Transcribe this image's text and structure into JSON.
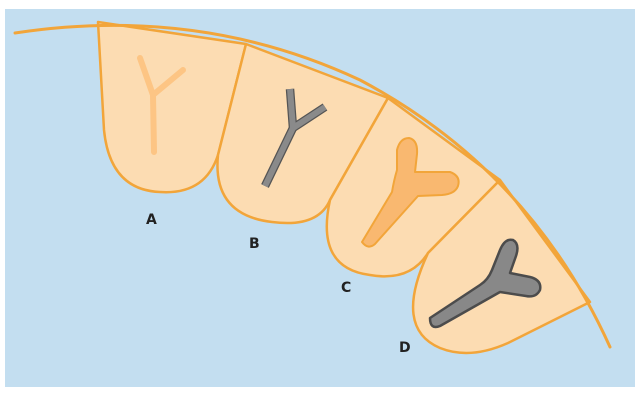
{
  "colors": {
    "background": "#c3def0",
    "border": "#ffffff",
    "cell_fill": "#fcdcb2",
    "cell_outline": "#f2a53a",
    "shape_light": "#fdc584",
    "shape_orange": "#f9b870",
    "shape_gray": "#888888",
    "shape_gray_outline": "#4c4c4c",
    "label_text": "#222222"
  },
  "panels": [
    {
      "label": "A",
      "shape": "thin-y-light"
    },
    {
      "label": "B",
      "shape": "thin-y-gray"
    },
    {
      "label": "C",
      "shape": "thick-y-orange"
    },
    {
      "label": "D",
      "shape": "thick-y-gray"
    }
  ]
}
